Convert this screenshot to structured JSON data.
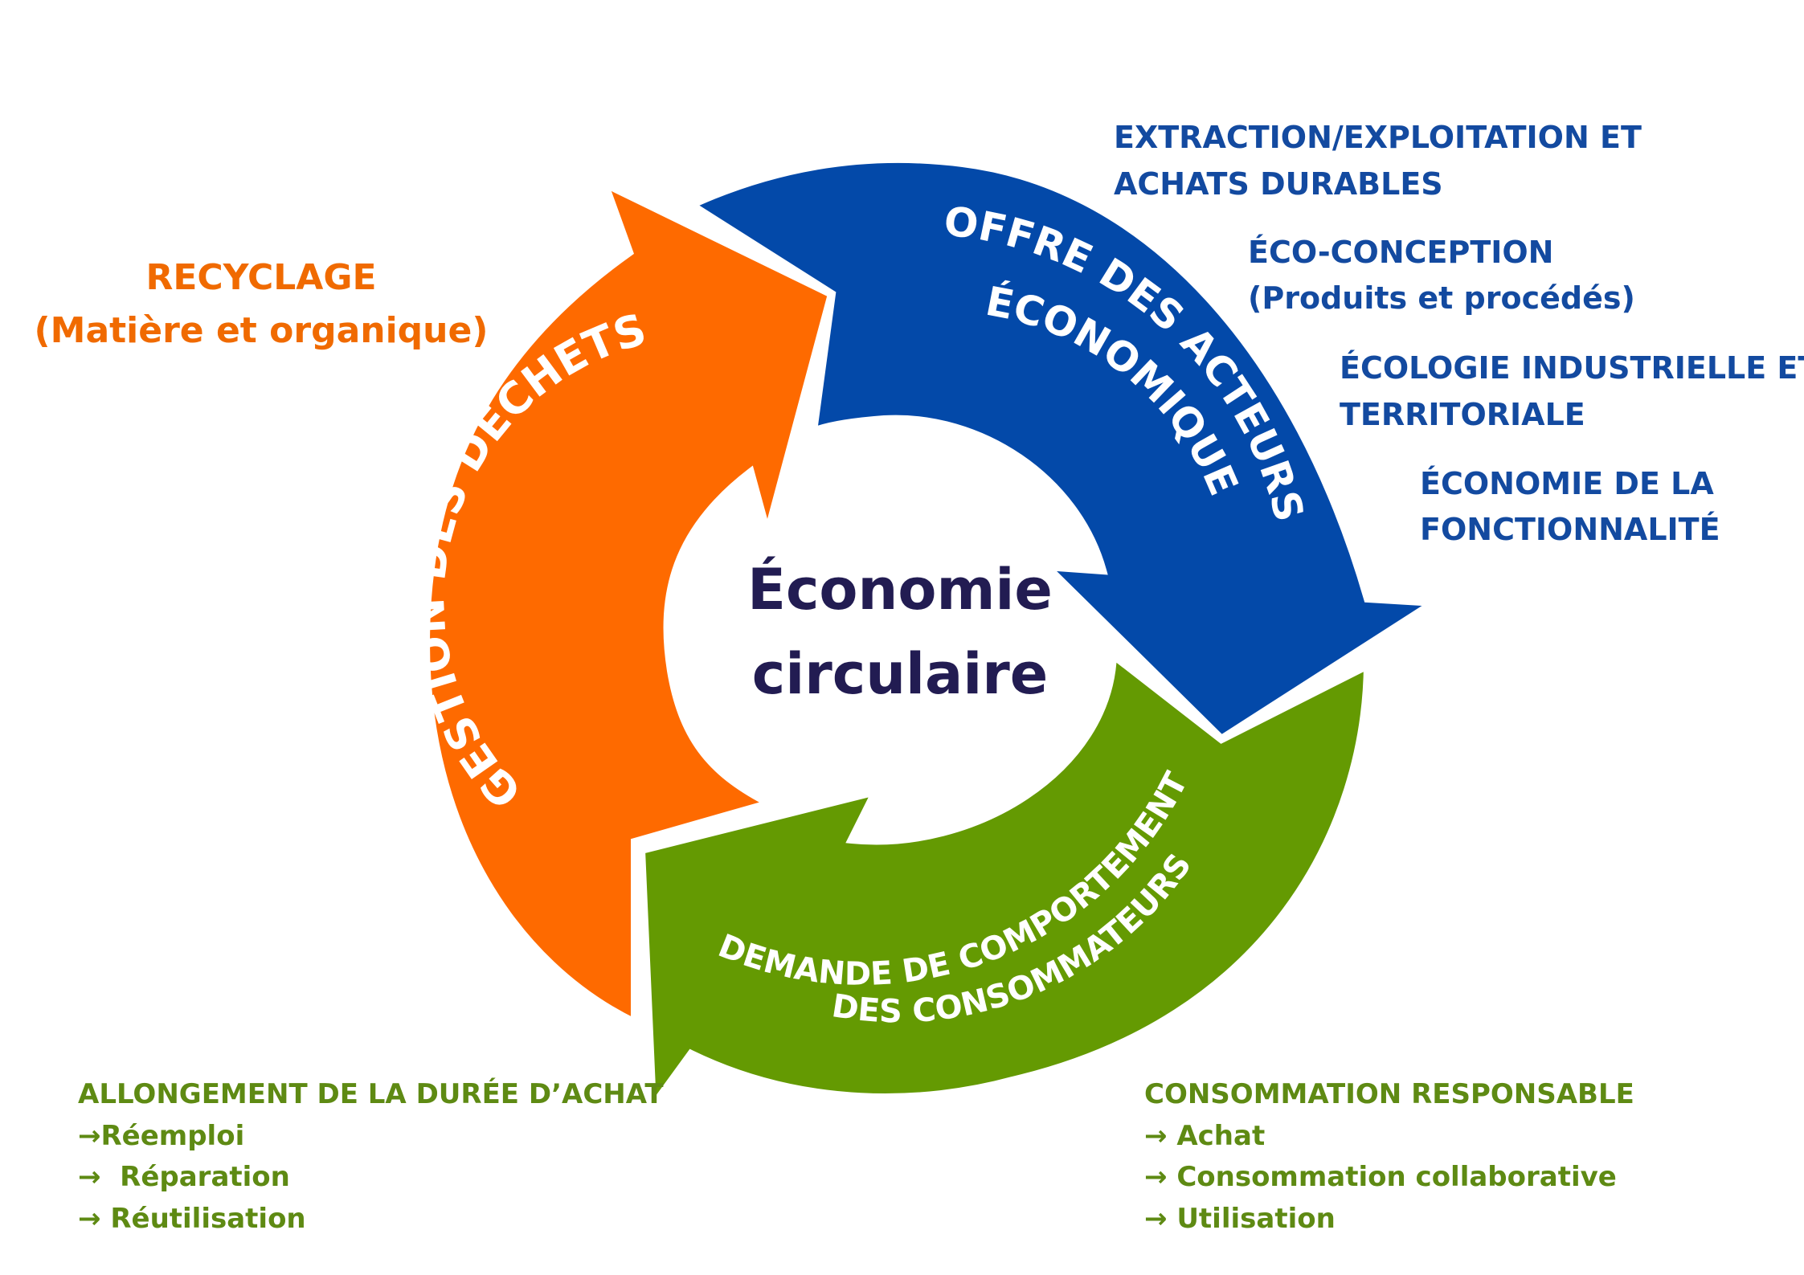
{
  "center": {
    "line1": "Économie",
    "line2": "circulaire"
  },
  "arrows": {
    "offre": {
      "line1": "OFFRE DES ACTEURS",
      "line2": "ÉCONOMIQUE",
      "color": "#0349A9"
    },
    "demande": {
      "line1": "DEMANDE DE COMPORTEMENT",
      "line2": "DES CONSOMMATEURS",
      "color": "#649A02"
    },
    "gestion": {
      "line1": "GESTION DES DÉCHETS",
      "color": "#FE6A00"
    }
  },
  "offre_labels": [
    {
      "line1": "EXTRACTION/EXPLOITATION ET",
      "line2": "ACHATS DURABLES"
    },
    {
      "line1": "ÉCO-CONCEPTION",
      "line2": "(Produits et procédés)"
    },
    {
      "line1": "ÉCOLOGIE INDUSTRIELLE ET",
      "line2": "TERRITORIALE"
    },
    {
      "line1": "ÉCONOMIE DE LA",
      "line2": "FONCTIONNALITÉ"
    }
  ],
  "recyclage": {
    "line1": "RECYCLAGE",
    "line2": "(Matière et organique)",
    "color": "#F06A00"
  },
  "allongement": {
    "title": "ALLONGEMENT DE LA DURÉE D’ACHAT",
    "items": [
      "→Réemploi",
      "→  Réparation",
      "→ Réutilisation"
    ],
    "color": "#5E8A13"
  },
  "consommation": {
    "title": "CONSOMMATION RESPONSABLE",
    "items": [
      "→ Achat",
      "→ Consommation collaborative",
      "→ Utilisation"
    ],
    "color": "#5E8A13"
  },
  "colors": {
    "center_text": "#221C52",
    "blue_text": "#134AA0",
    "white": "#ffffff"
  }
}
